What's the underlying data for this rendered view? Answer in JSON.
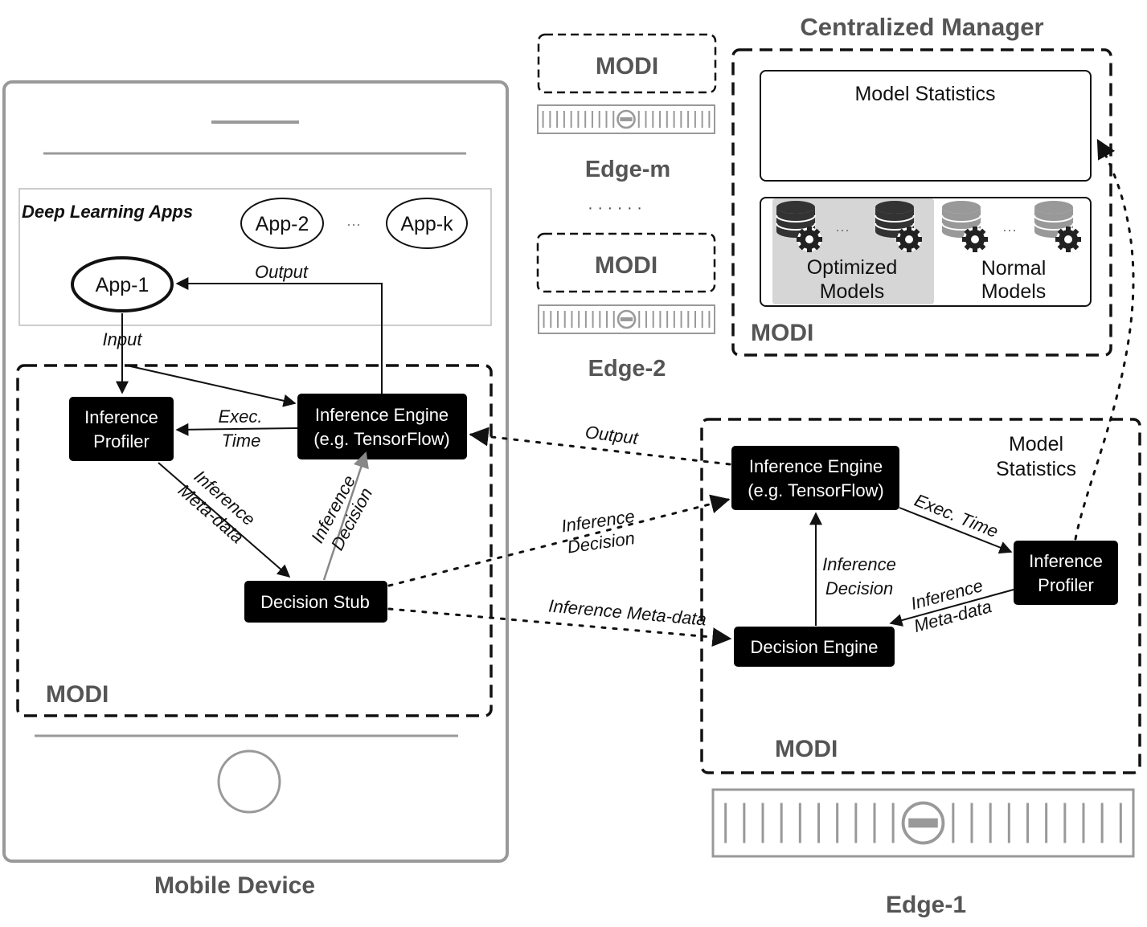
{
  "mobile": {
    "caption": "Mobile Device",
    "apps_title": "Deep Learning Apps",
    "app1": "App-1",
    "app2": "App-2",
    "appk": "App-k",
    "apps_ellipsis": "···",
    "label_input": "Input",
    "label_output": "Output",
    "profiler_line1": "Inference",
    "profiler_line2": "Profiler",
    "engine_line1": "Inference Engine",
    "engine_line2": "(e.g. TensorFlow)",
    "exec_line1": "Exec.",
    "exec_line2": "Time",
    "meta_line1": "Inference",
    "meta_line2": "Meta-data",
    "decision_line1": "Inference",
    "decision_line2": "Decision",
    "stub": "Decision Stub",
    "modi": "MODI"
  },
  "edges": {
    "edge_m": {
      "modi": "MODI",
      "caption": "Edge-m"
    },
    "dots": "· · · · · ·",
    "edge_2": {
      "modi": "MODI",
      "caption": "Edge-2"
    }
  },
  "manager": {
    "title": "Centralized Manager",
    "stats_title": "Model Statistics",
    "optimized_line1": "Optimized",
    "optimized_line2": "Models",
    "normal_line1": "Normal",
    "normal_line2": "Models",
    "db_ellipsis": "···",
    "modi": "MODI"
  },
  "links": {
    "output": "Output",
    "decision_line1": "Inference",
    "decision_line2": "Decision",
    "meta": "Inference Meta-data"
  },
  "edge1": {
    "caption": "Edge-1",
    "engine_line1": "Inference Engine",
    "engine_line2": "(e.g. TensorFlow)",
    "stats_line1": "Model",
    "stats_line2": "Statistics",
    "exec": "Exec. Time",
    "profiler_line1": "Inference",
    "profiler_line2": "Profiler",
    "decision_line1": "Inference",
    "decision_line2": "Decision",
    "meta_line1": "Inference",
    "meta_line2": "Meta-data",
    "engine_de": "Decision Engine",
    "modi": "MODI"
  }
}
